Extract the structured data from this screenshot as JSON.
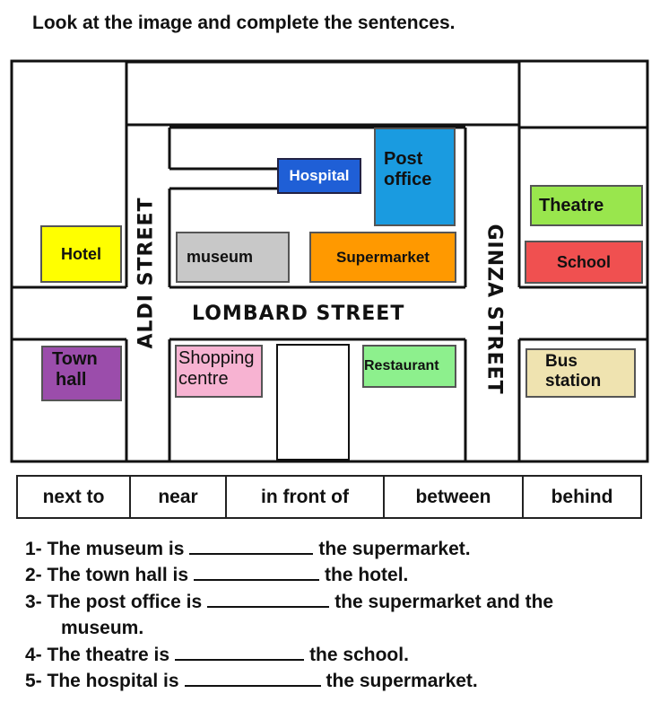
{
  "instruction": "Look at the image and complete the sentences.",
  "colors": {
    "hospital": "#1f5fd6",
    "post_office": "#1a9be0",
    "hotel": "#ffff00",
    "museum": "#c8c8c8",
    "supermarket": "#ff9900",
    "theatre": "#99e64d",
    "school": "#f05050",
    "town_hall": "#9b4dab",
    "shopping_centre": "#f7b3d2",
    "restaurant": "#8df08d",
    "bus_station": "#efe3b0"
  },
  "map": {
    "streets": {
      "aldi": "ALDI STREET",
      "lombard": "LOMBARD STREET",
      "ginza": "GINZA STREET"
    },
    "buildings": {
      "hospital": "Hospital",
      "post_office_line1": "Post",
      "post_office_line2": "office",
      "hotel": "Hotel",
      "museum": "museum",
      "supermarket": "Supermarket",
      "theatre": "Theatre",
      "school": "School",
      "town_hall_line1": "Town",
      "town_hall_line2": "hall",
      "shopping_centre_line1": "Shopping",
      "shopping_centre_line2": "centre",
      "restaurant": "Restaurant",
      "bus_station_line1": "Bus",
      "bus_station_line2": "station"
    }
  },
  "word_bank": [
    "next to",
    "near",
    "in front of",
    "between",
    "behind"
  ],
  "sentences": [
    {
      "before": "1- The museum is",
      "after": "the supermarket."
    },
    {
      "before": "2- The town hall is",
      "after": "the hotel."
    },
    {
      "before": "3- The post office is",
      "after": "the supermarket and the"
    },
    {
      "continuation": "museum."
    },
    {
      "before": "4- The theatre is",
      "after": "the school."
    },
    {
      "before": "5- The hospital is",
      "after": "the supermarket."
    }
  ]
}
